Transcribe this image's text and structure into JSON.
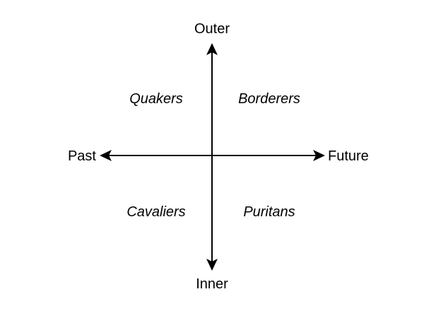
{
  "axes": {
    "vertical": {
      "top_label": "Outer",
      "bottom_label": "Inner"
    },
    "horizontal": {
      "left_label": "Past",
      "right_label": "Future"
    }
  },
  "quadrants": {
    "top_left": "Quakers",
    "top_right": "Borderers",
    "bottom_left": "Cavaliers",
    "bottom_right": "Puritans"
  },
  "colors": {
    "stroke": "#000000",
    "background": "#ffffff"
  }
}
